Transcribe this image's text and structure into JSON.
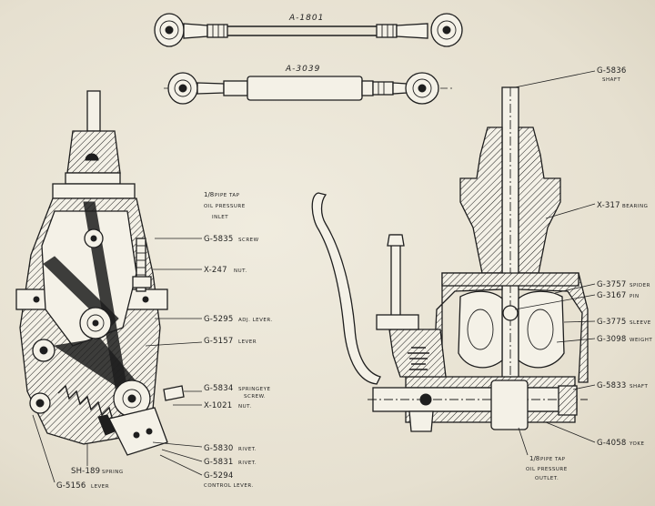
{
  "rods": {
    "top_title": "A-1801",
    "second_title": "A-3039"
  },
  "left_labels": {
    "pipe_tap_fraction": "1/8",
    "pipe_tap_line1": "PIPE TAP",
    "pipe_tap_line2": "OIL PRESSURE",
    "pipe_tap_line3": "INLET",
    "g5835": "G-5835",
    "g5835_desc": "SCREW",
    "x247": "X-247",
    "x247_desc": "NUT.",
    "g5295": "G-5295",
    "g5295_desc": "ADJ. LEVER.",
    "g5157": "G-5157",
    "g5157_desc": "LEVER",
    "g5834": "G-5834",
    "g5834_desc1": "SPRINGEYE",
    "g5834_desc2": "SCREW.",
    "x1021": "X-1021",
    "x1021_desc": "NUT.",
    "g5830": "G-5830",
    "g5830_desc": "RIVET.",
    "g5831": "G-5831",
    "g5831_desc": "RIVET.",
    "g5294": "G-5294",
    "g5294_desc": "CONTROL LEVER.",
    "sh189": "SH-189",
    "sh189_desc": "SPRING",
    "g5156": "G-5156",
    "g5156_desc": "LEVER"
  },
  "right_labels": {
    "g5836": "G-5836",
    "g5836_desc": "SHAFT",
    "x317": "X-317",
    "x317_desc": "BEARING",
    "g3757": "G-3757",
    "g3757_desc": "SPIDER",
    "g3167": "G-3167",
    "g3167_desc": "PIN",
    "g3775": "G-3775",
    "g3775_desc": "SLEEVE",
    "g3098": "G-3098",
    "g3098_desc": "WEIGHT",
    "g5833": "G-5833",
    "g5833_desc": "SHAFT",
    "g4058": "G-4058",
    "g4058_desc": "YOKE",
    "outlet_fraction": "1/8",
    "outlet_line1": "PIPE TAP",
    "outlet_line2": "OIL PRESSURE",
    "outlet_line3": "OUTLET."
  }
}
